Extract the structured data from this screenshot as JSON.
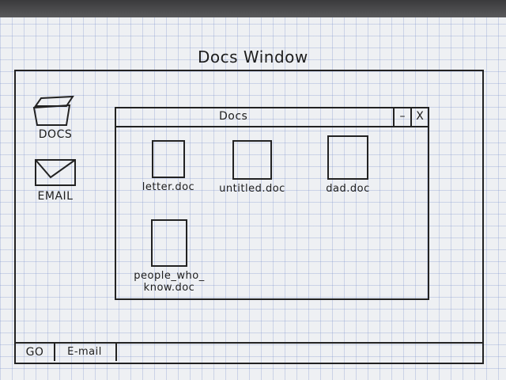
{
  "page": {
    "title": "Docs Window"
  },
  "desktop": {
    "icons": [
      {
        "label": "DOCS",
        "icon": "folder-icon"
      },
      {
        "label": "EMAIL",
        "icon": "envelope-icon"
      }
    ]
  },
  "docs_window": {
    "title": "Docs",
    "minimize_label": "–",
    "close_label": "X",
    "files": [
      {
        "name": "letter.doc",
        "icon": "document-icon"
      },
      {
        "name": "untitled.doc",
        "icon": "document-icon"
      },
      {
        "name": "dad.doc",
        "icon": "document-icon"
      },
      {
        "name": "people_who_\nknow.doc",
        "icon": "document-icon"
      }
    ]
  },
  "taskbar": {
    "go_label": "GO",
    "email_label": "E-mail"
  }
}
